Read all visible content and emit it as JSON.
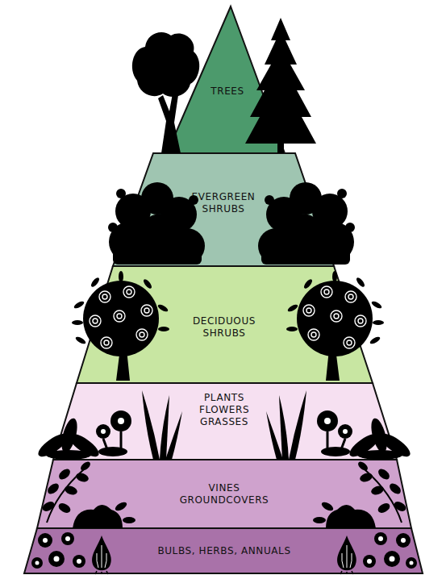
{
  "diagram": {
    "nodes": [
      {
        "text": [
          "TREES"
        ]
      },
      {
        "text": [
          "EVERGREEN SHRUBS"
        ]
      },
      {
        "text": [
          "DECIDUOUS SHRUBS"
        ]
      },
      {
        "text": [
          "PLANTS FLOWERS GRASSES"
        ]
      },
      {
        "text": [
          "VINES GROUNDCOVERS"
        ]
      },
      {
        "text": [
          "BULBS, HERBS, ANNUALS"
        ]
      }
    ]
  }
}
